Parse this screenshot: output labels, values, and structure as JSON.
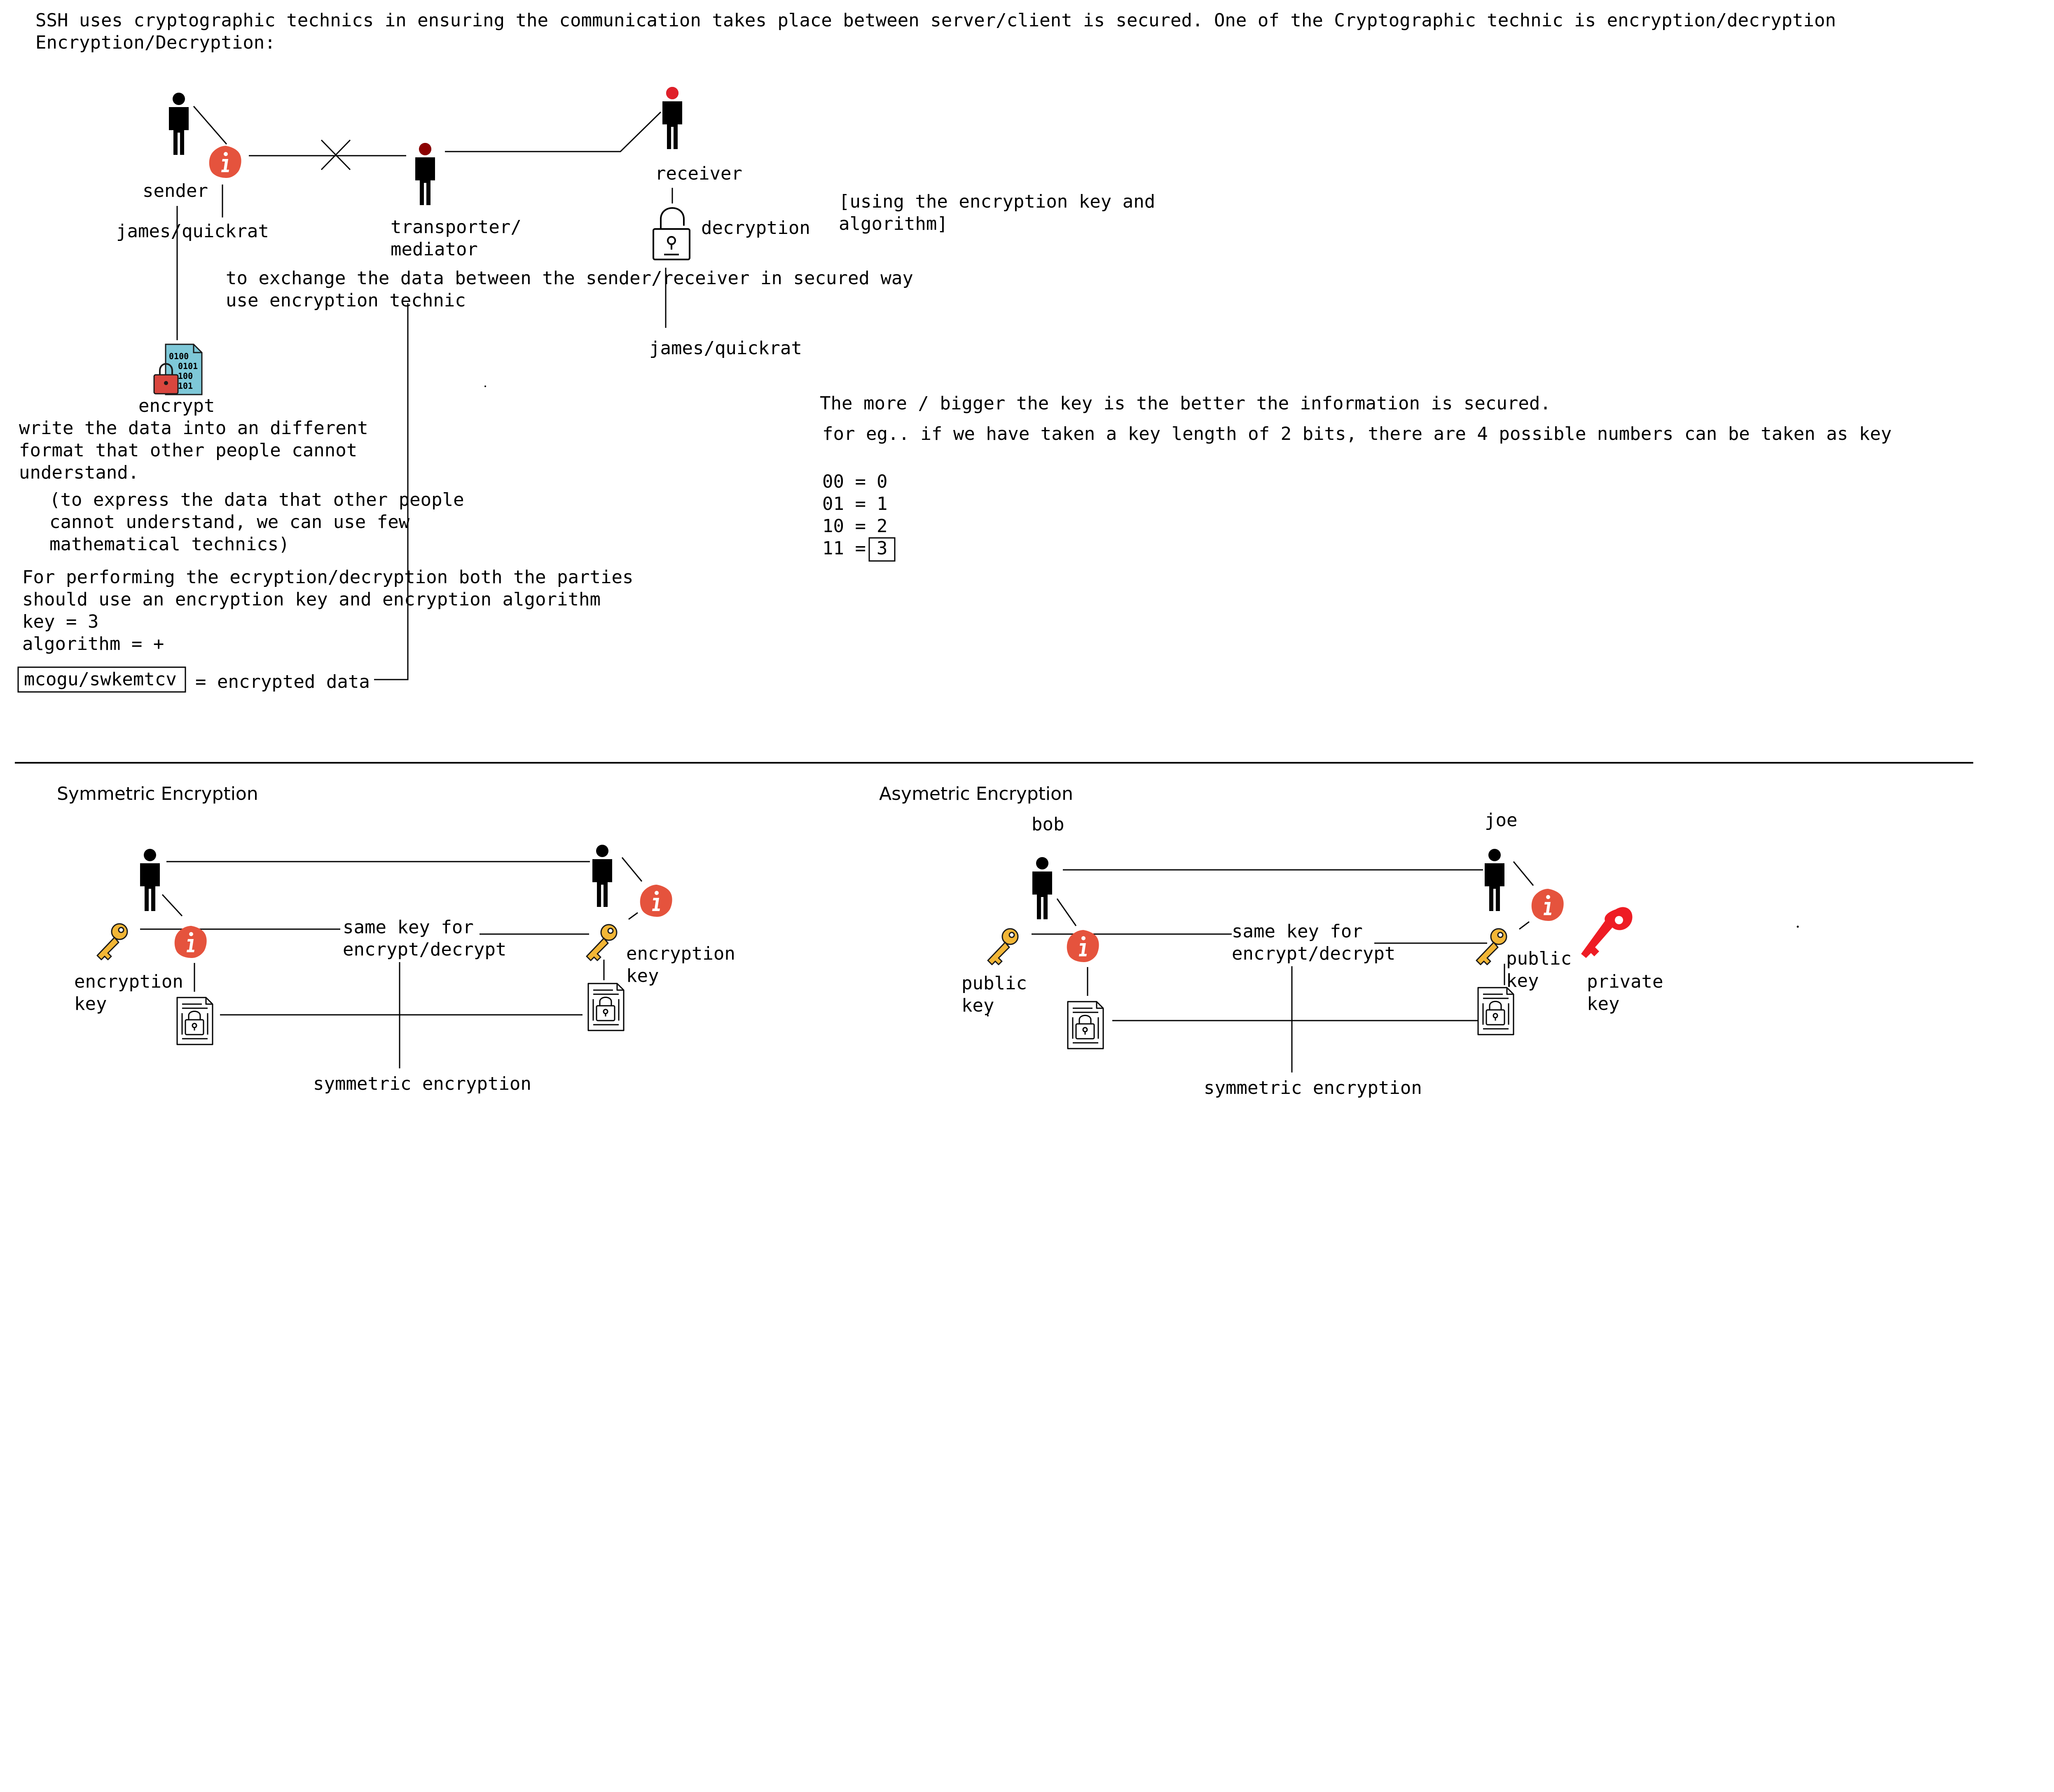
{
  "intro": {
    "line1": "SSH uses cryptographic technics in ensuring the communication takes place between server/client is secured. One of the Cryptographic technic is encryption/decryption",
    "line2": "Encryption/Decryption:"
  },
  "flow": {
    "sender_label": "sender",
    "sender_user": "james/quickrat",
    "transporter_label_1": "transporter/",
    "transporter_label_2": "mediator",
    "receiver_label": "receiver",
    "decryption_label": "decryption",
    "receiver_user": "james/quickrat",
    "using_key_1": "[using the encryption key and",
    "using_key_2": "algorithm]",
    "exchange_1": "to exchange the data between the sender/receiver in secured way",
    "exchange_2": "use encryption technic"
  },
  "encrypt": {
    "label": "encrypt",
    "desc_1": "write the data into an different",
    "desc_2": "format that other people cannot",
    "desc_3": "understand.",
    "note_1": "(to express the data that other people",
    "note_2": "cannot understand, we can use few",
    "note_3": "mathematical technics)",
    "perf_1": "For performing the ecryption/decryption both the parties",
    "perf_2": "should use an encryption key and encryption algorithm",
    "key_line": "key = 3",
    "algo_line": "algorithm = +",
    "cipher_text": "mcogu/swkemtcv",
    "cipher_suffix": "= encrypted data"
  },
  "keylength": {
    "line1": "The more / bigger the key is the better the information is secured.",
    "line2": "for eg.. if we have taken a key length of 2 bits, there are 4 possible numbers can be taken as key",
    "rows": [
      {
        "bits": "00 =",
        "value": "0"
      },
      {
        "bits": "01 =",
        "value": "1"
      },
      {
        "bits": "10 =",
        "value": "2"
      },
      {
        "bits": "11 =",
        "value": "3"
      }
    ]
  },
  "symmetric": {
    "title": "Symmetric Encryption",
    "same_key_1": "same key for",
    "same_key_2": "encrypt/decrypt",
    "left_key_1": "encryption",
    "left_key_2": "key",
    "right_key_1": "encryption",
    "right_key_2": "key",
    "bottom": "symmetric encryption"
  },
  "asymmetric": {
    "title": "Asymetric Encryption",
    "left_person": "bob",
    "right_person": "joe",
    "same_key_1": "same key for",
    "same_key_2": "encrypt/decrypt",
    "left_key_1": "public",
    "left_key_2": "key",
    "right_key_1": "public",
    "right_key_2": "key",
    "private_1": "private",
    "private_2": "key",
    "bottom": "symmetric encryption"
  },
  "colors": {
    "person": "#000000",
    "info_badge": "#e5533d",
    "transporter_head": "#8b0000",
    "receiver_head": "#e0202a",
    "gold_key": "#f2b636",
    "red_key": "#ee1c24",
    "encrypt_doc": "#7ec8d8",
    "encrypt_lock": "#d9463e"
  },
  "icons": [
    "person-icon",
    "info-icon",
    "encrypt-icon",
    "unlock-icon",
    "key-icon",
    "locked-document-icon",
    "private-key-icon"
  ]
}
